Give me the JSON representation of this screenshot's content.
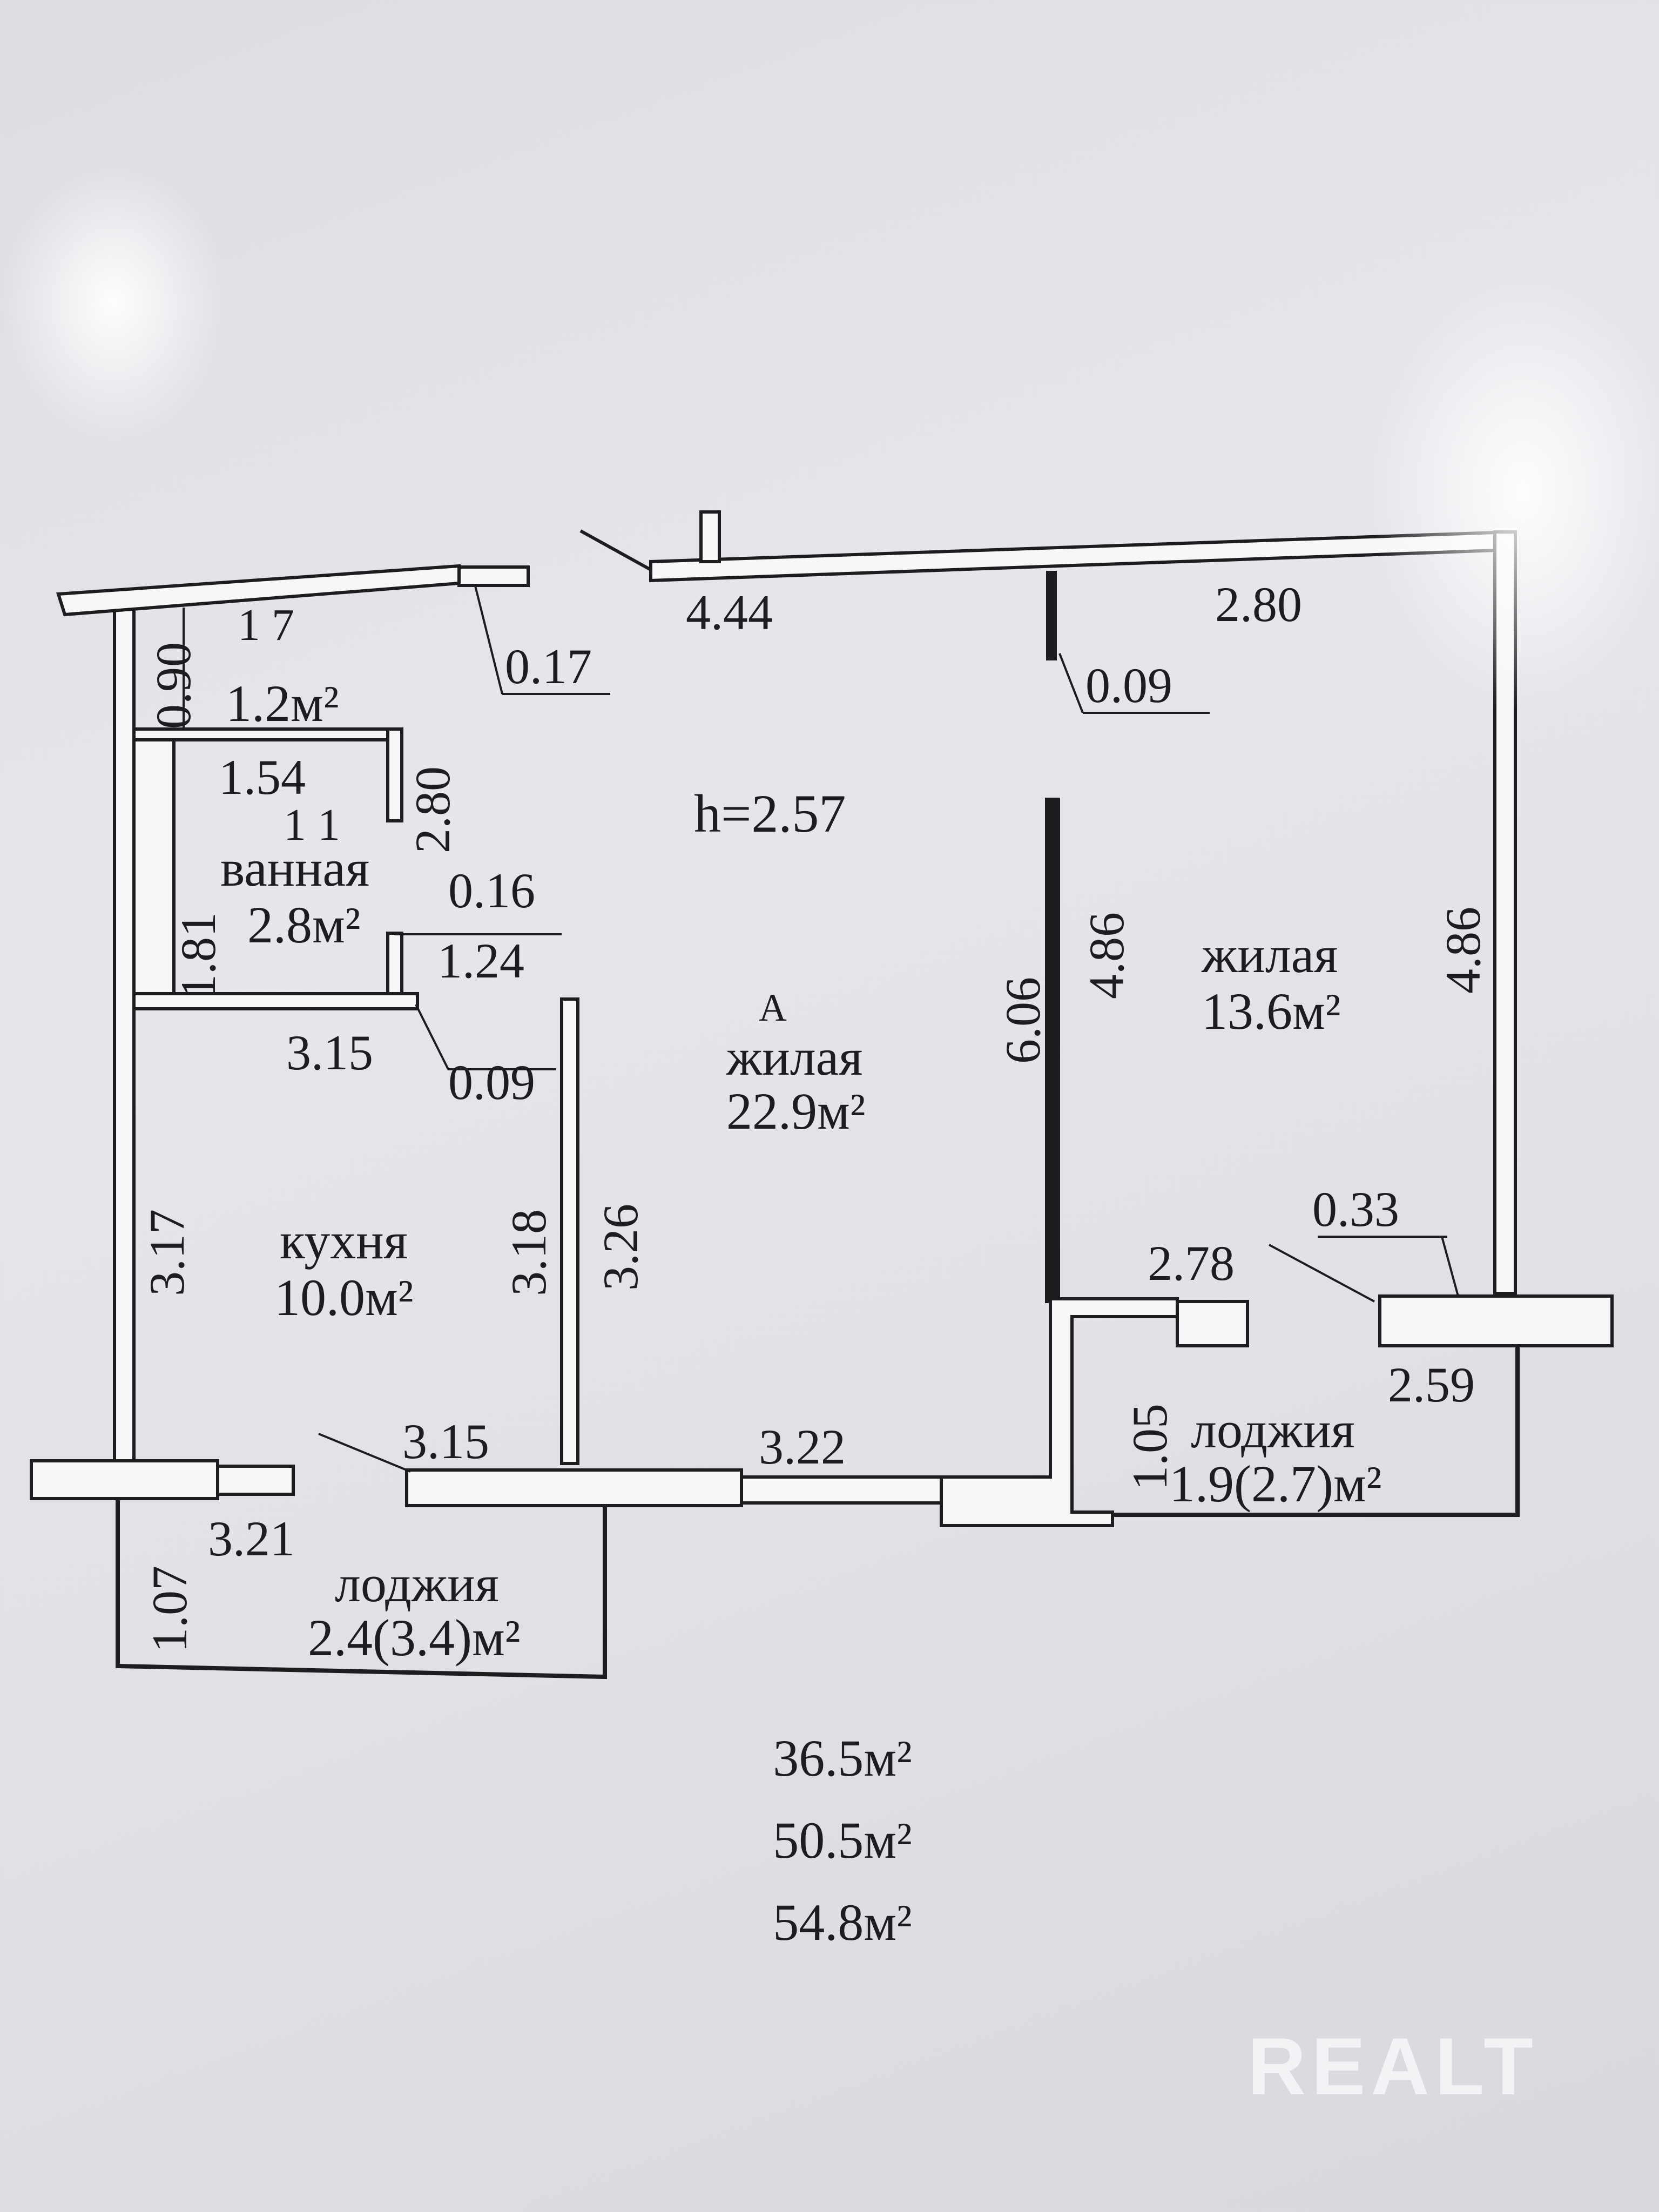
{
  "plan": {
    "height_label": "h=2.57",
    "rooms": {
      "living_large": {
        "name": "жилая",
        "area": "22.9м²"
      },
      "living_right": {
        "name": "жилая",
        "area": "13.6м²"
      },
      "kitchen": {
        "name": "кухня",
        "area": "10.0м²"
      },
      "bathroom": {
        "name": "ванная",
        "area": "2.8м²"
      },
      "wc": {
        "area": "1.2м²"
      },
      "loggia_left": {
        "name": "лоджия",
        "area": "2.4(3.4)м²"
      },
      "loggia_right": {
        "name": "лоджия",
        "area": "1.9(2.7)м²"
      }
    },
    "dimensions": {
      "top_left_wall": "4.44",
      "top_right_wall": "2.80",
      "wall_017": "0.17",
      "wall_009_top": "0.09",
      "wc_width": "0.90",
      "bath_width": "1.54",
      "bath_height": "2.80",
      "bath_depth": "1.81",
      "wall_016": "0.16",
      "bath_door": "1.24",
      "kitchen_top": "3.15",
      "wall_009_kitchen": "0.09",
      "kitchen_left": "3.17",
      "kitchen_right": "3.18",
      "partition_326": "3.26",
      "living_606": "6.06",
      "living_486_inner": "4.86",
      "living_486_outer": "4.86",
      "wall_033": "0.33",
      "loggia_r_width": "2.78",
      "loggia_r_side": "2.59",
      "loggia_r_depth": "1.05",
      "kitchen_bottom": "3.15",
      "window_322": "3.22",
      "loggia_l_width": "3.21",
      "loggia_l_depth": "1.07"
    },
    "marks": {
      "wc_marks": "1 7",
      "bath_marks": "1 1",
      "arrow_mark": "A"
    }
  },
  "totals": [
    "36.5м²",
    "50.5м²",
    "54.8м²"
  ],
  "watermark": "REALT",
  "colors": {
    "background": "#e1e2e8",
    "ink": "#1d1d1f",
    "wall_fill": "#f7f7f9"
  }
}
